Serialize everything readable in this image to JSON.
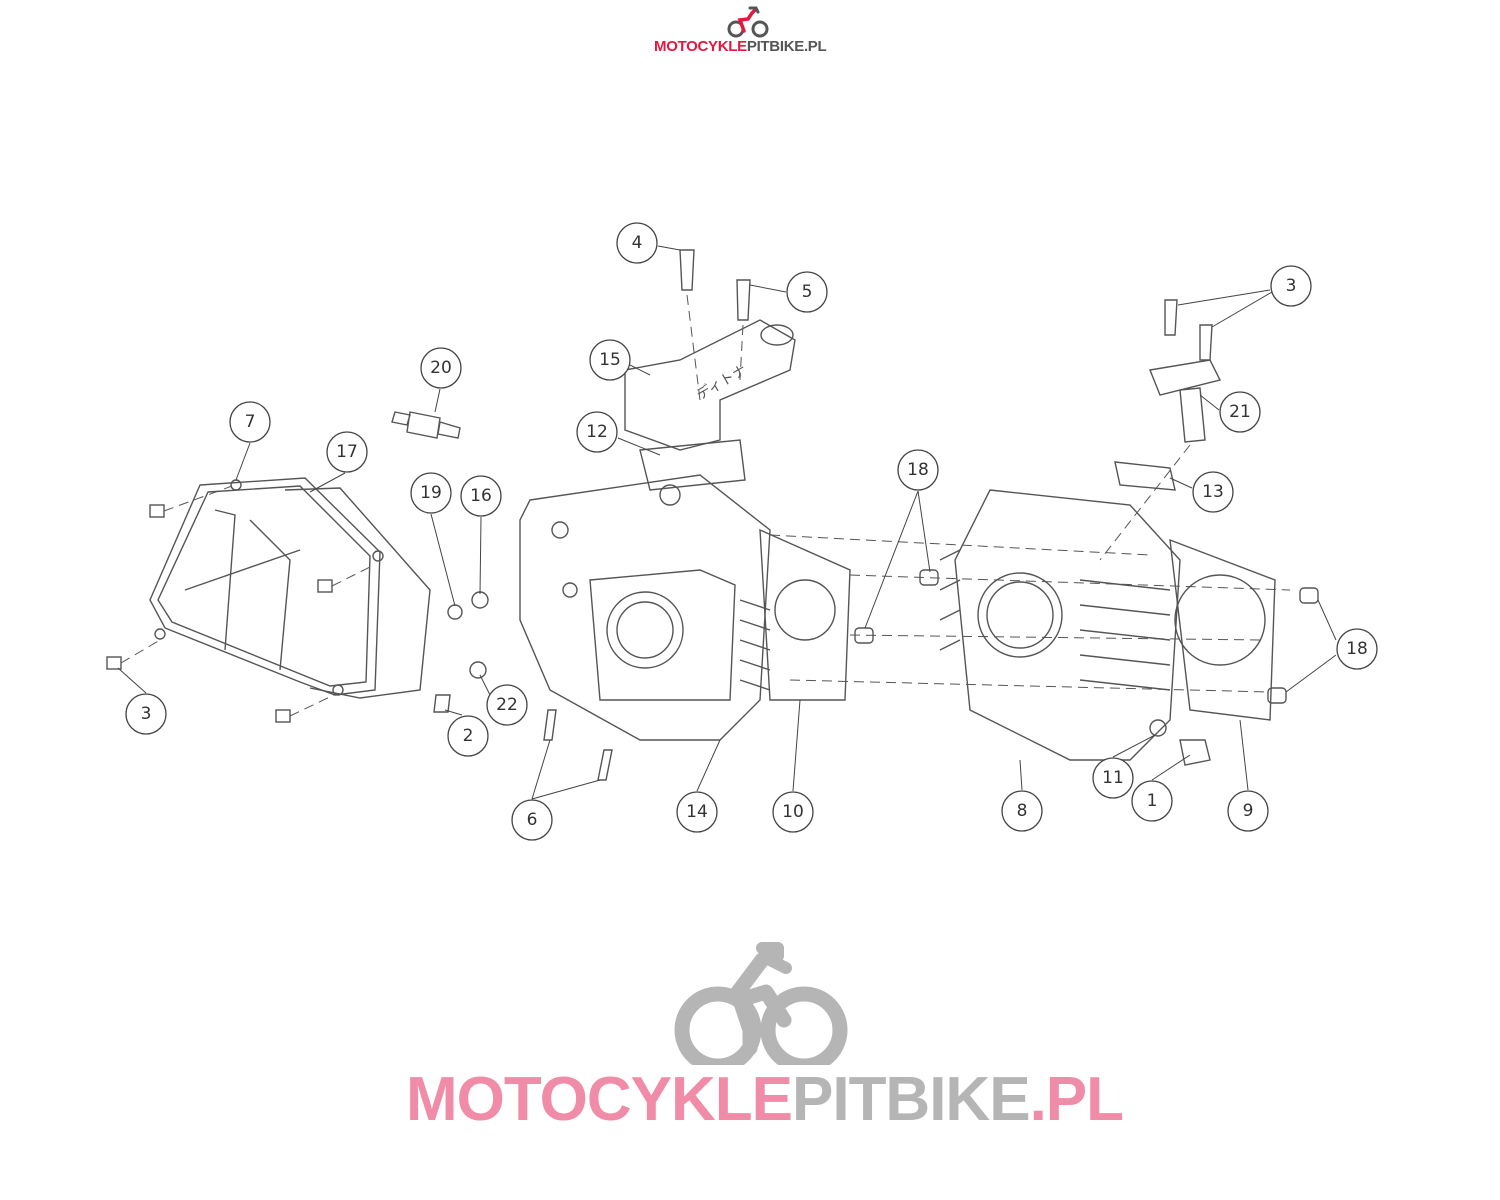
{
  "brand": {
    "logo_part1": "MOTOCYKLE",
    "logo_part2": "PITBIKE",
    "logo_part3": ".PL",
    "red": "#e5173f",
    "dark": "#555555",
    "pink": "#f08ca8",
    "gray": "#b5b5b5"
  },
  "watermark": {
    "part1": "MOTOCYKLE",
    "part2": "PITBIKE",
    "part3": ".PL"
  },
  "callouts": [
    "4",
    "5",
    "3",
    "20",
    "15",
    "21",
    "7",
    "17",
    "12",
    "18",
    "13",
    "19",
    "16",
    "18",
    "3",
    "22",
    "2",
    "11",
    "1",
    "6",
    "14",
    "10",
    "8",
    "9"
  ],
  "parts_label": "ディトナ"
}
